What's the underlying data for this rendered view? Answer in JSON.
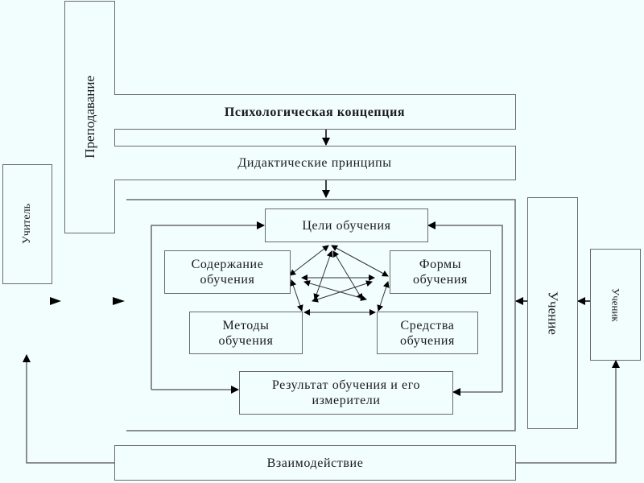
{
  "diagram": {
    "teaching": "Преподавание",
    "teacher": "Учитель",
    "psych_concept": "Психологическая концепция",
    "didactic_principles": "Дидактические принципы",
    "goals": "Цели обучения",
    "content": "Содержание обучения",
    "forms": "Формы обучения",
    "methods": "Методы обучения",
    "means": "Средства обучения",
    "result": "Результат обучения и его измерители",
    "learning": "Учение",
    "student": "Ученик",
    "interaction": "Взаимодействие"
  },
  "colors": {
    "background": "#f2fdfd",
    "border": "#6b6b6b",
    "arrow": "#000000"
  }
}
